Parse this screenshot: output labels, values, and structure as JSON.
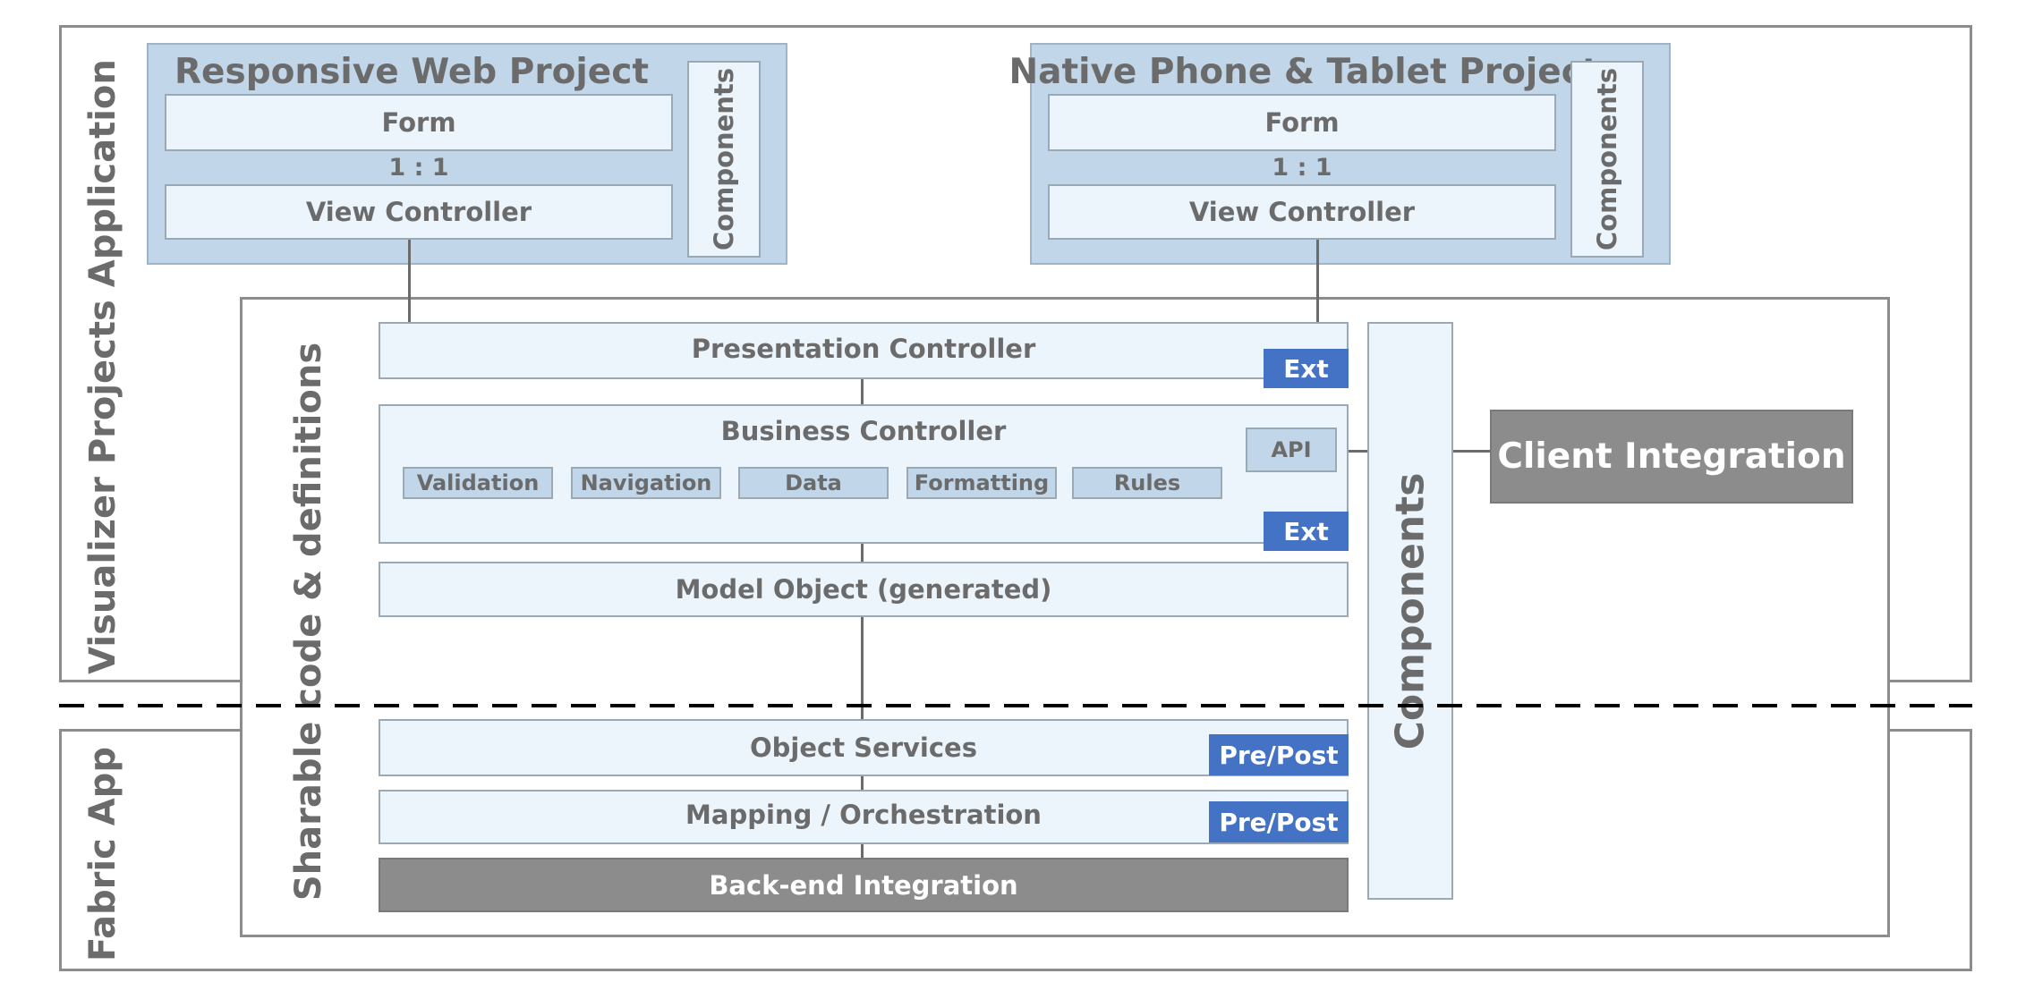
{
  "regions": {
    "visualizer_label": "Visualizer Projects Application",
    "fabric_label": "Fabric App",
    "sharable_label": "Sharable code & definitions"
  },
  "web_project": {
    "title": "Responsive Web Project",
    "form": "Form",
    "ratio": "1 : 1",
    "view_controller": "View Controller",
    "components": "Components"
  },
  "native_project": {
    "title": "Native Phone & Tablet Project",
    "form": "Form",
    "ratio": "1 : 1",
    "view_controller": "View Controller",
    "components": "Components"
  },
  "presentation_controller": {
    "label": "Presentation Controller",
    "ext": "Ext"
  },
  "business_controller": {
    "label": "Business Controller",
    "chips": [
      "Validation",
      "Navigation",
      "Data",
      "Formatting",
      "Rules"
    ],
    "api": "API",
    "ext": "Ext"
  },
  "model_object": {
    "label": "Model Object (generated)"
  },
  "object_services": {
    "label": "Object Services",
    "prepost": "Pre/Post"
  },
  "mapping": {
    "label": "Mapping / Orchestration",
    "prepost": "Pre/Post"
  },
  "backend": {
    "label": "Back-end Integration"
  },
  "components_bar": {
    "label": "Components"
  },
  "client_integration": {
    "label": "Client Integration"
  },
  "colors": {
    "ext_blue": "#4472c4",
    "project_blue": "#c1d6e9",
    "pale_blue": "#ecf5fc",
    "gray": "#8c8c8c",
    "text_gray": "#6b6b6b"
  }
}
